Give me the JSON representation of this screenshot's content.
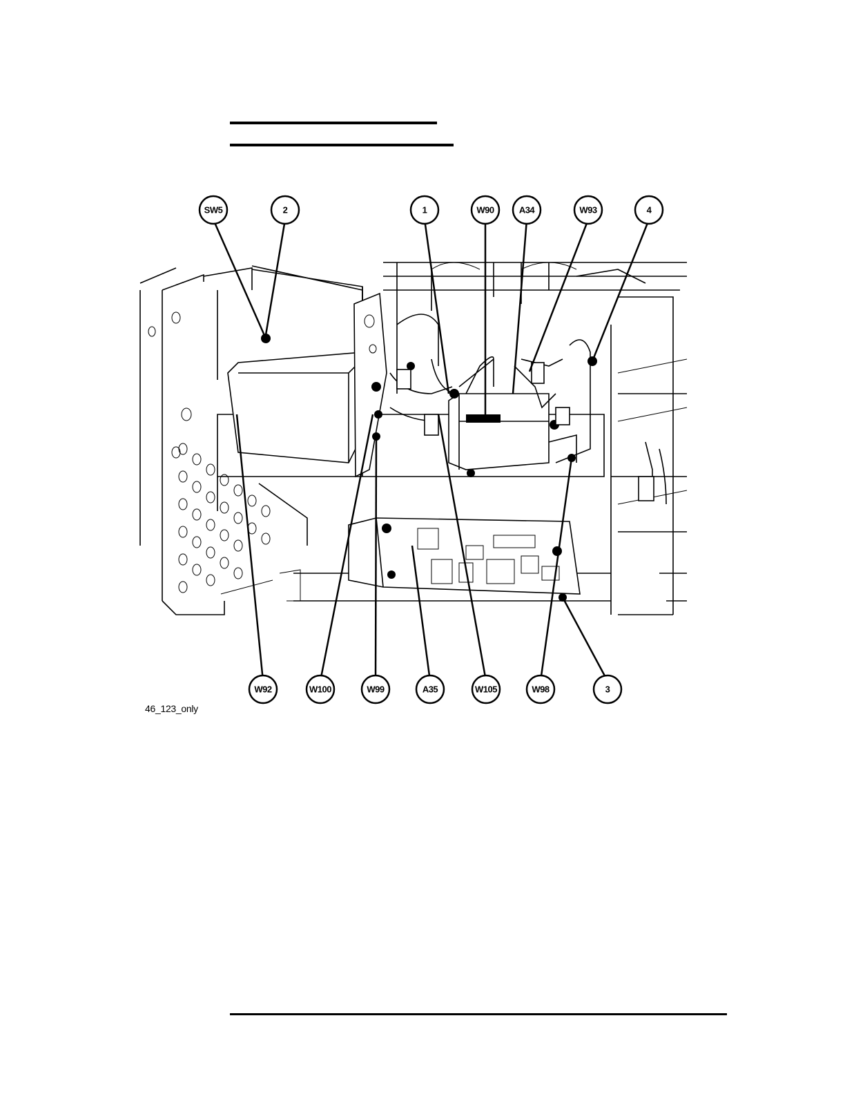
{
  "figure": {
    "figure_id": "46_123_only",
    "callouts_top": [
      {
        "label": "SW5"
      },
      {
        "label": "2"
      },
      {
        "label": "1"
      },
      {
        "label": "W90"
      },
      {
        "label": "A34"
      },
      {
        "label": "W93"
      },
      {
        "label": "4"
      }
    ],
    "callouts_bottom": [
      {
        "label": "W92"
      },
      {
        "label": "W100"
      },
      {
        "label": "W99"
      },
      {
        "label": "A35"
      },
      {
        "label": "W105"
      },
      {
        "label": "W98"
      },
      {
        "label": "3"
      }
    ]
  }
}
